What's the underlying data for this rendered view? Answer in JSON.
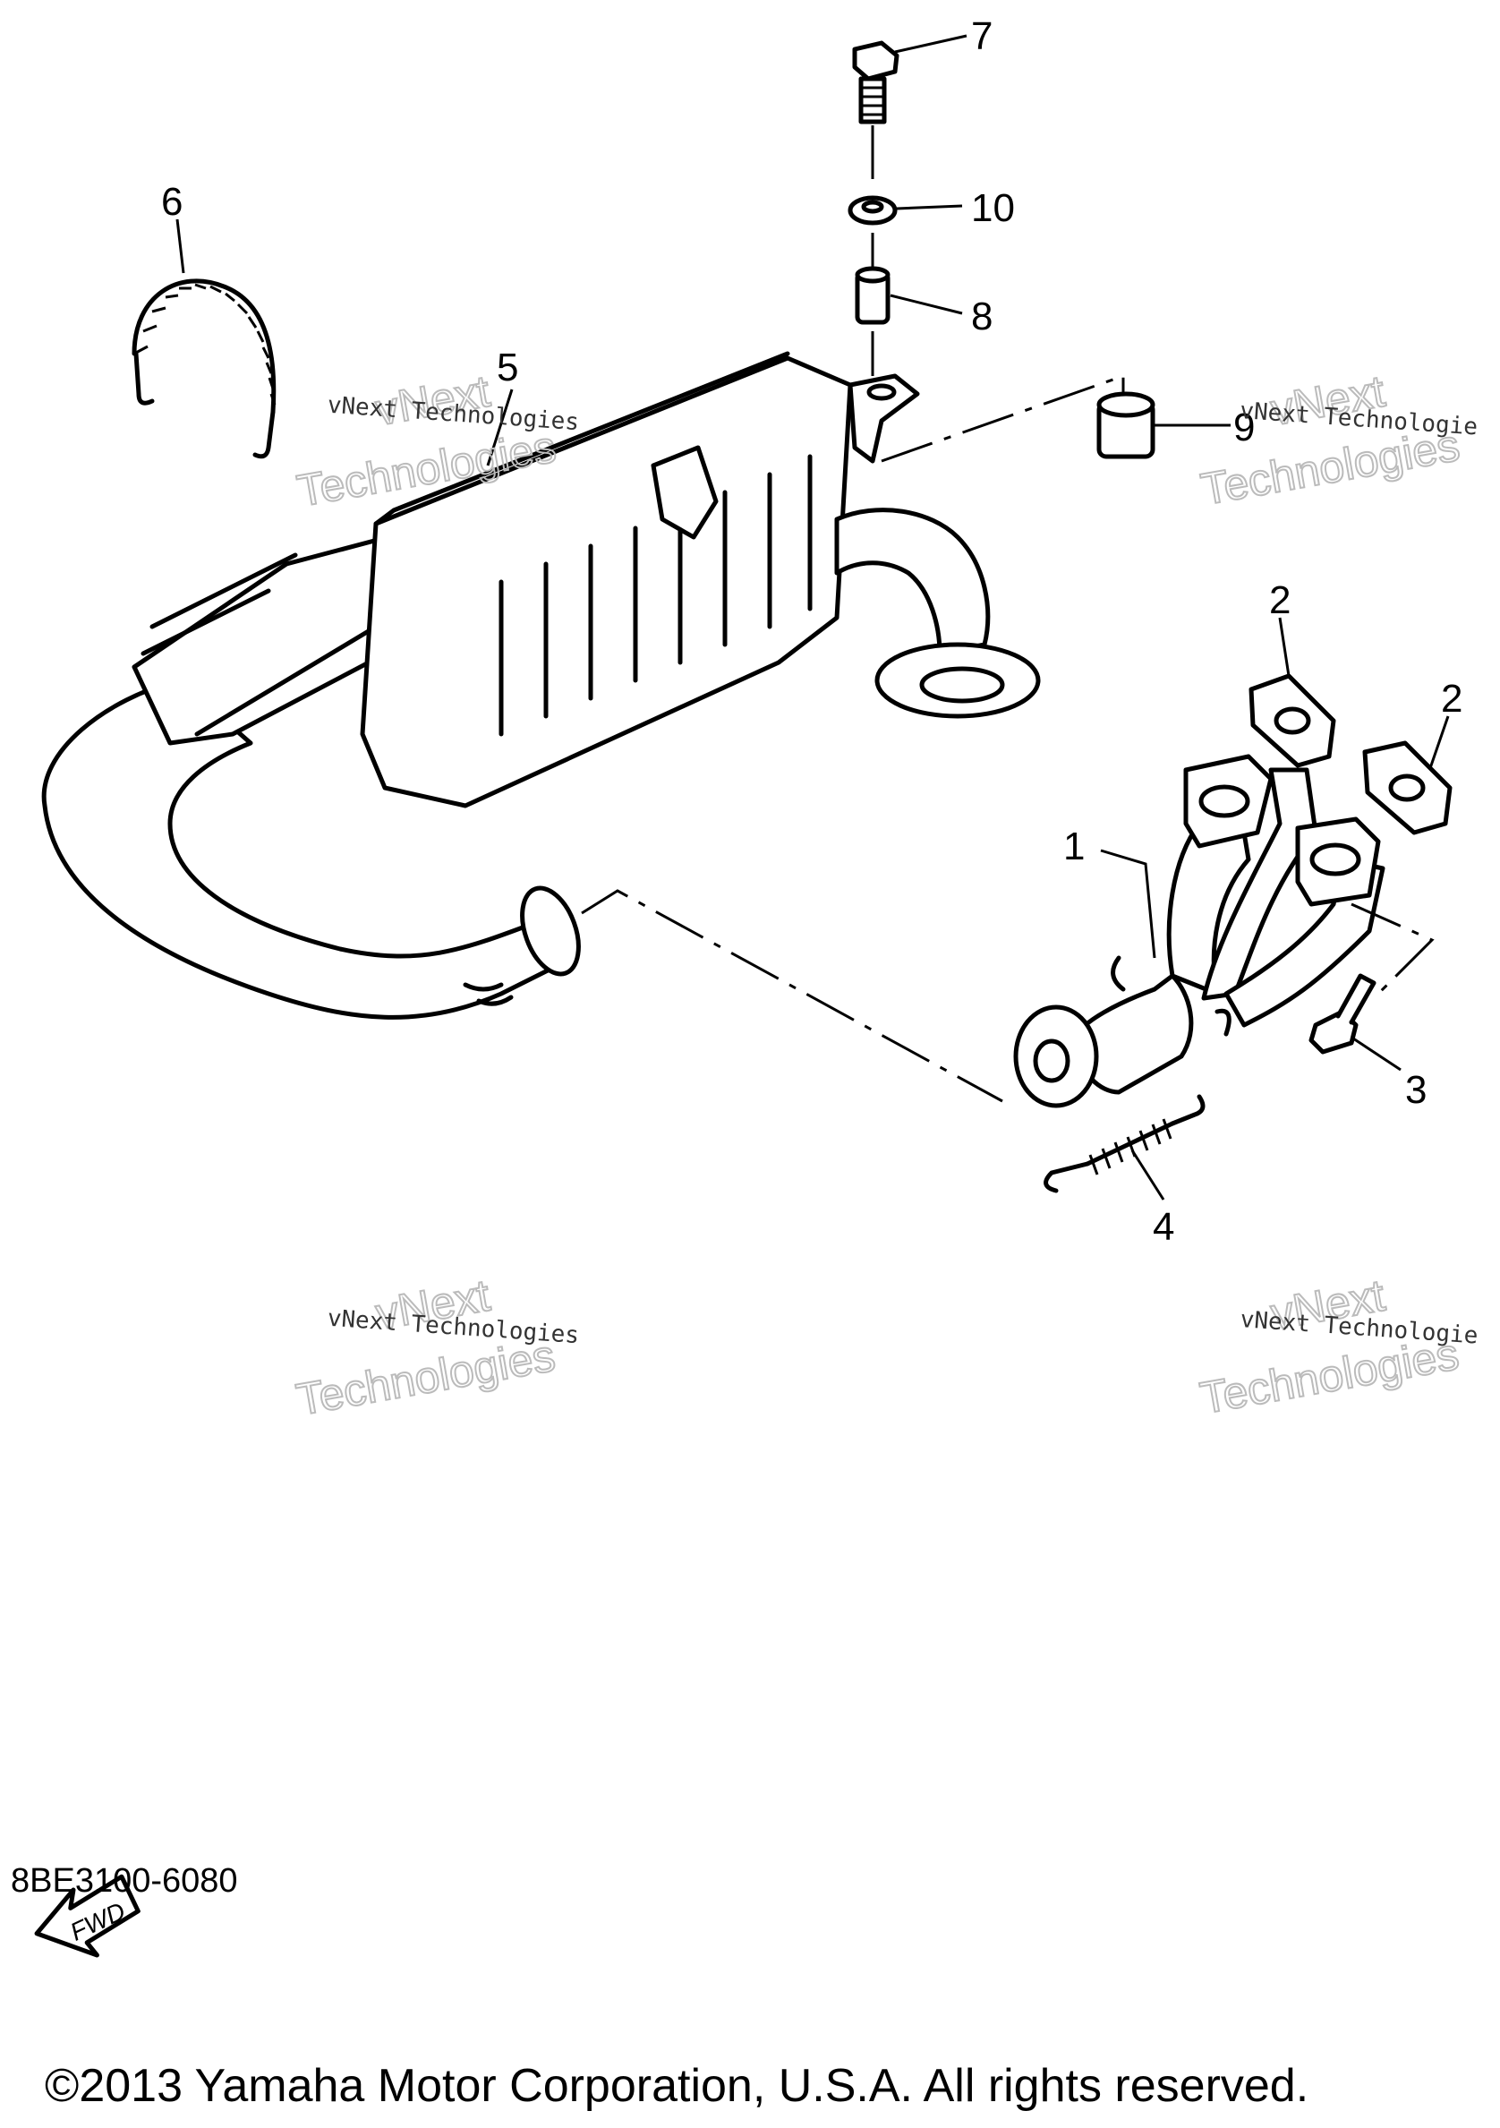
{
  "callouts": {
    "part_1": "1",
    "part_2a": "2",
    "part_2b": "2",
    "part_3": "3",
    "part_4": "4",
    "part_5": "5",
    "part_6": "6",
    "part_7": "7",
    "part_8": "8",
    "part_9": "9",
    "part_10": "10"
  },
  "fwd_label": "FWD",
  "diagram_code": "8BE3100-6080",
  "copyright": "©2013 Yamaha Motor Corporation, U.S.A. All rights reserved.",
  "watermarks": {
    "line1": "vNext Technologies",
    "line1_cut": "vNext Technologie",
    "big_a": "vNext",
    "big_b": "Technologies"
  }
}
